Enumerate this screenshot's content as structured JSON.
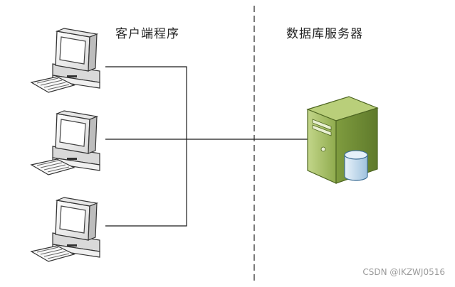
{
  "titles": {
    "client": "客户端程序",
    "server": "数据库服务器"
  },
  "watermark": "CSDN @IKZWJ0516",
  "colors": {
    "line": "#1a1a1a",
    "divider": "#222222",
    "monitor_body": "#f2f2f2",
    "monitor_outline": "#333333",
    "screen": "#ffffff",
    "server_body": "#a8bf6a",
    "server_dark": "#6f8a35",
    "database": "#cfe3f3",
    "database_outline": "#4a7da6"
  },
  "icons": {
    "client_icon": "desktop-computer-icon",
    "server_icon": "database-server-icon"
  }
}
